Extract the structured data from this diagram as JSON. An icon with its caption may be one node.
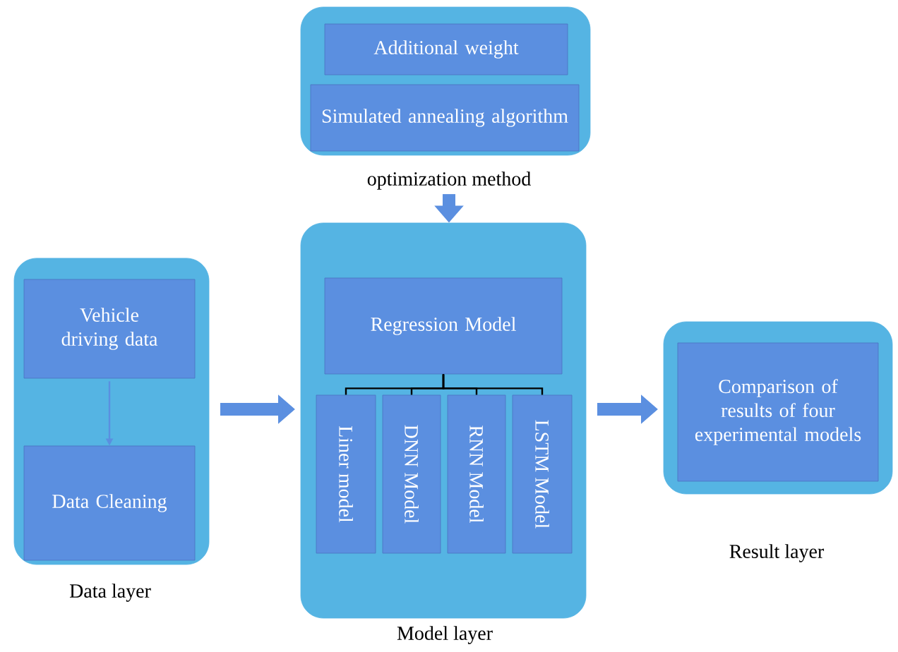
{
  "diagram": {
    "nodes": [
      {
        "text": [
          "optimization method"
        ]
      },
      {
        "text": [
          "Additional weight"
        ],
        "in": 0
      },
      {
        "text": [
          "Simulated annealing algorithm"
        ],
        "in": 0
      },
      {
        "text": [
          "Data layer"
        ]
      },
      {
        "text": [
          "Vehicle driving data"
        ],
        "in": 3
      },
      {
        "text": [
          "Data Cleaning"
        ],
        "in": 3
      },
      {
        "text": [
          "Model layer"
        ]
      },
      {
        "text": [
          "Regression Model"
        ],
        "in": 6
      },
      {
        "text": [
          "Liner model"
        ],
        "in": 6
      },
      {
        "text": [
          "DNN Model"
        ],
        "in": 6
      },
      {
        "text": [
          "RNN Model"
        ],
        "in": 6
      },
      {
        "text": [
          "LSTM Model"
        ],
        "in": 6
      },
      {
        "text": [
          "Result layer"
        ]
      },
      {
        "text": [
          "Comparison of results of four experimental models"
        ],
        "in": 12
      }
    ],
    "edges": [
      {
        "from": 0,
        "to": 6,
        "arrow": "to",
        "style": "thick"
      },
      {
        "from": 4,
        "to": 5,
        "arrow": "to"
      },
      {
        "from": 3,
        "to": 6,
        "arrow": "to",
        "style": "thick"
      },
      {
        "from": 6,
        "to": 12,
        "arrow": "to",
        "style": "thick"
      },
      {
        "from": 7,
        "to": 8,
        "arrow": "none",
        "color": "#000000"
      },
      {
        "from": 7,
        "to": 9,
        "arrow": "none",
        "color": "#000000"
      },
      {
        "from": 7,
        "to": 10,
        "arrow": "none",
        "color": "#000000"
      },
      {
        "from": 7,
        "to": 11,
        "arrow": "none",
        "color": "#000000"
      }
    ]
  }
}
